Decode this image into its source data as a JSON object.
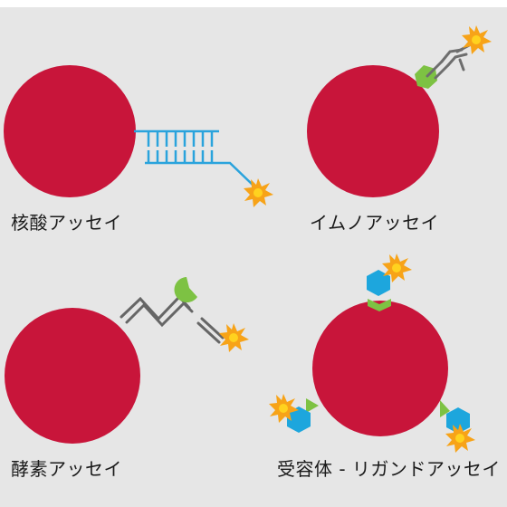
{
  "colors": {
    "bead": "#c8153a",
    "dna": "#2aa3dc",
    "star": "#f7a318",
    "star_core": "#ffd21f",
    "antibody": "#6e6e6e",
    "antigen": "#7dc243",
    "receptor": "#1da6dd",
    "enzyme_chain": "#666666",
    "background": "#e6e6e6"
  },
  "panels": [
    {
      "label": "核酸アッセイ"
    },
    {
      "label": "イムノアッセイ"
    },
    {
      "label": "酵素アッセイ"
    },
    {
      "label": "受容体 - リガンドアッセイ"
    }
  ]
}
